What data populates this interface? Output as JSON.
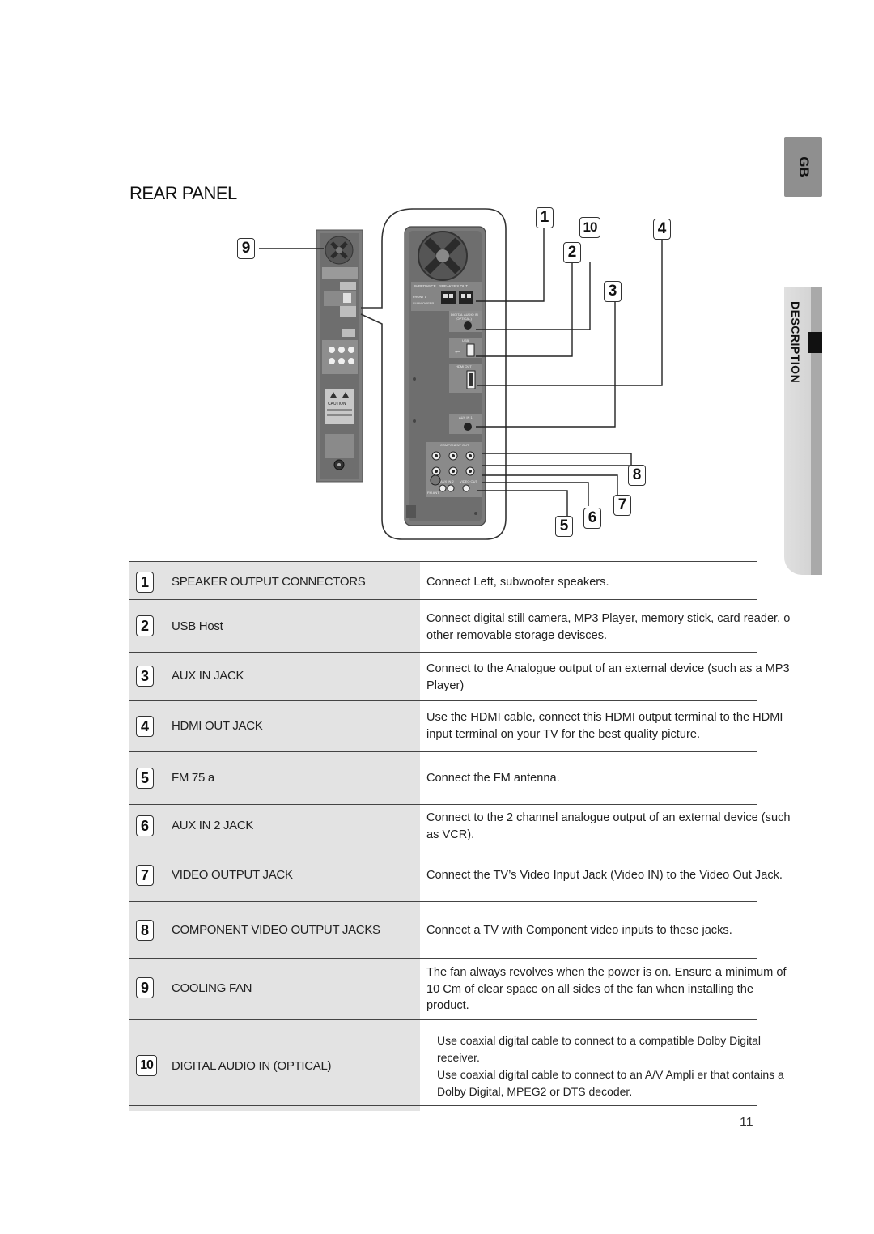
{
  "page": {
    "title": "REAR PANEL",
    "page_number": "11",
    "tabs": {
      "language": "GB",
      "section": "DESCRIPTION"
    }
  },
  "callouts": [
    "1",
    "2",
    "3",
    "4",
    "5",
    "6",
    "7",
    "8",
    "9",
    "10"
  ],
  "items": [
    {
      "num": "1",
      "name": "SPEAKER OUTPUT CONNECTORS",
      "desc": [
        "Connect Left, subwoofer speakers."
      ]
    },
    {
      "num": "2",
      "name": "USB Host",
      "desc": [
        "Connect digital still camera, MP3 Player, memory stick, card reader, o",
        "other removable storage devisces."
      ]
    },
    {
      "num": "3",
      "name": "AUX IN JACK",
      "desc": [
        "Connect to the Analogue output of an external device (such as a MP3",
        "Player)"
      ]
    },
    {
      "num": "4",
      "name": "HDMI OUT JACK",
      "desc": [
        "Use the HDMI cable, connect this HDMI output terminal to the HDMI",
        "input terminal on your TV for the best quality picture."
      ]
    },
    {
      "num": "5",
      "name": "FM 75 a",
      "desc": [
        "Connect the FM antenna."
      ]
    },
    {
      "num": "6",
      "name": "AUX IN 2 JACK",
      "desc": [
        "Connect to the 2 channel analogue output of an external device (such",
        "as VCR)."
      ]
    },
    {
      "num": "7",
      "name": "VIDEO OUTPUT JACK",
      "desc": [
        "Connect the TV’s Video Input Jack (Video IN) to the Video Out Jack."
      ]
    },
    {
      "num": "8",
      "name": "COMPONENT VIDEO OUTPUT JACKS",
      "desc": [
        "Connect a TV with Component video inputs to these jacks."
      ]
    },
    {
      "num": "9",
      "name": "COOLING FAN",
      "desc": [
        "The fan always revolves when the power is on. Ensure a minimum of",
        "10 Cm of clear space on all sides of the fan when installing the",
        "product."
      ]
    },
    {
      "num": "10",
      "name": "DIGITAL AUDIO IN (OPTICAL)",
      "desc": [
        "Use coaxial digital cable to connect to a compatible Dolby Digital",
        "receiver.",
        "Use coaxial digital cable to connect to an A/V Ampli er that contains a",
        "Dolby Digital, MPEG2 or DTS decoder."
      ]
    }
  ],
  "panel_labels": {
    "impedance": "IMPEDANCE",
    "speakers_out": "SPEAKERS OUT",
    "front": "FRONT L",
    "subwoofer": "SUBWOOFER",
    "digital_audio_in": "DIGITAL AUDIO IN",
    "optical": "(OPTICAL)",
    "usb": "USB",
    "hdmi_out": "HDMI OUT",
    "aux_in_1": "AUX IN 1",
    "component_out": "COMPONENT OUT",
    "aux_in_2": "AUX IN 2",
    "video_out": "VIDEO OUT",
    "fm_ant": "FM ANT",
    "caution": "CAUTION"
  }
}
